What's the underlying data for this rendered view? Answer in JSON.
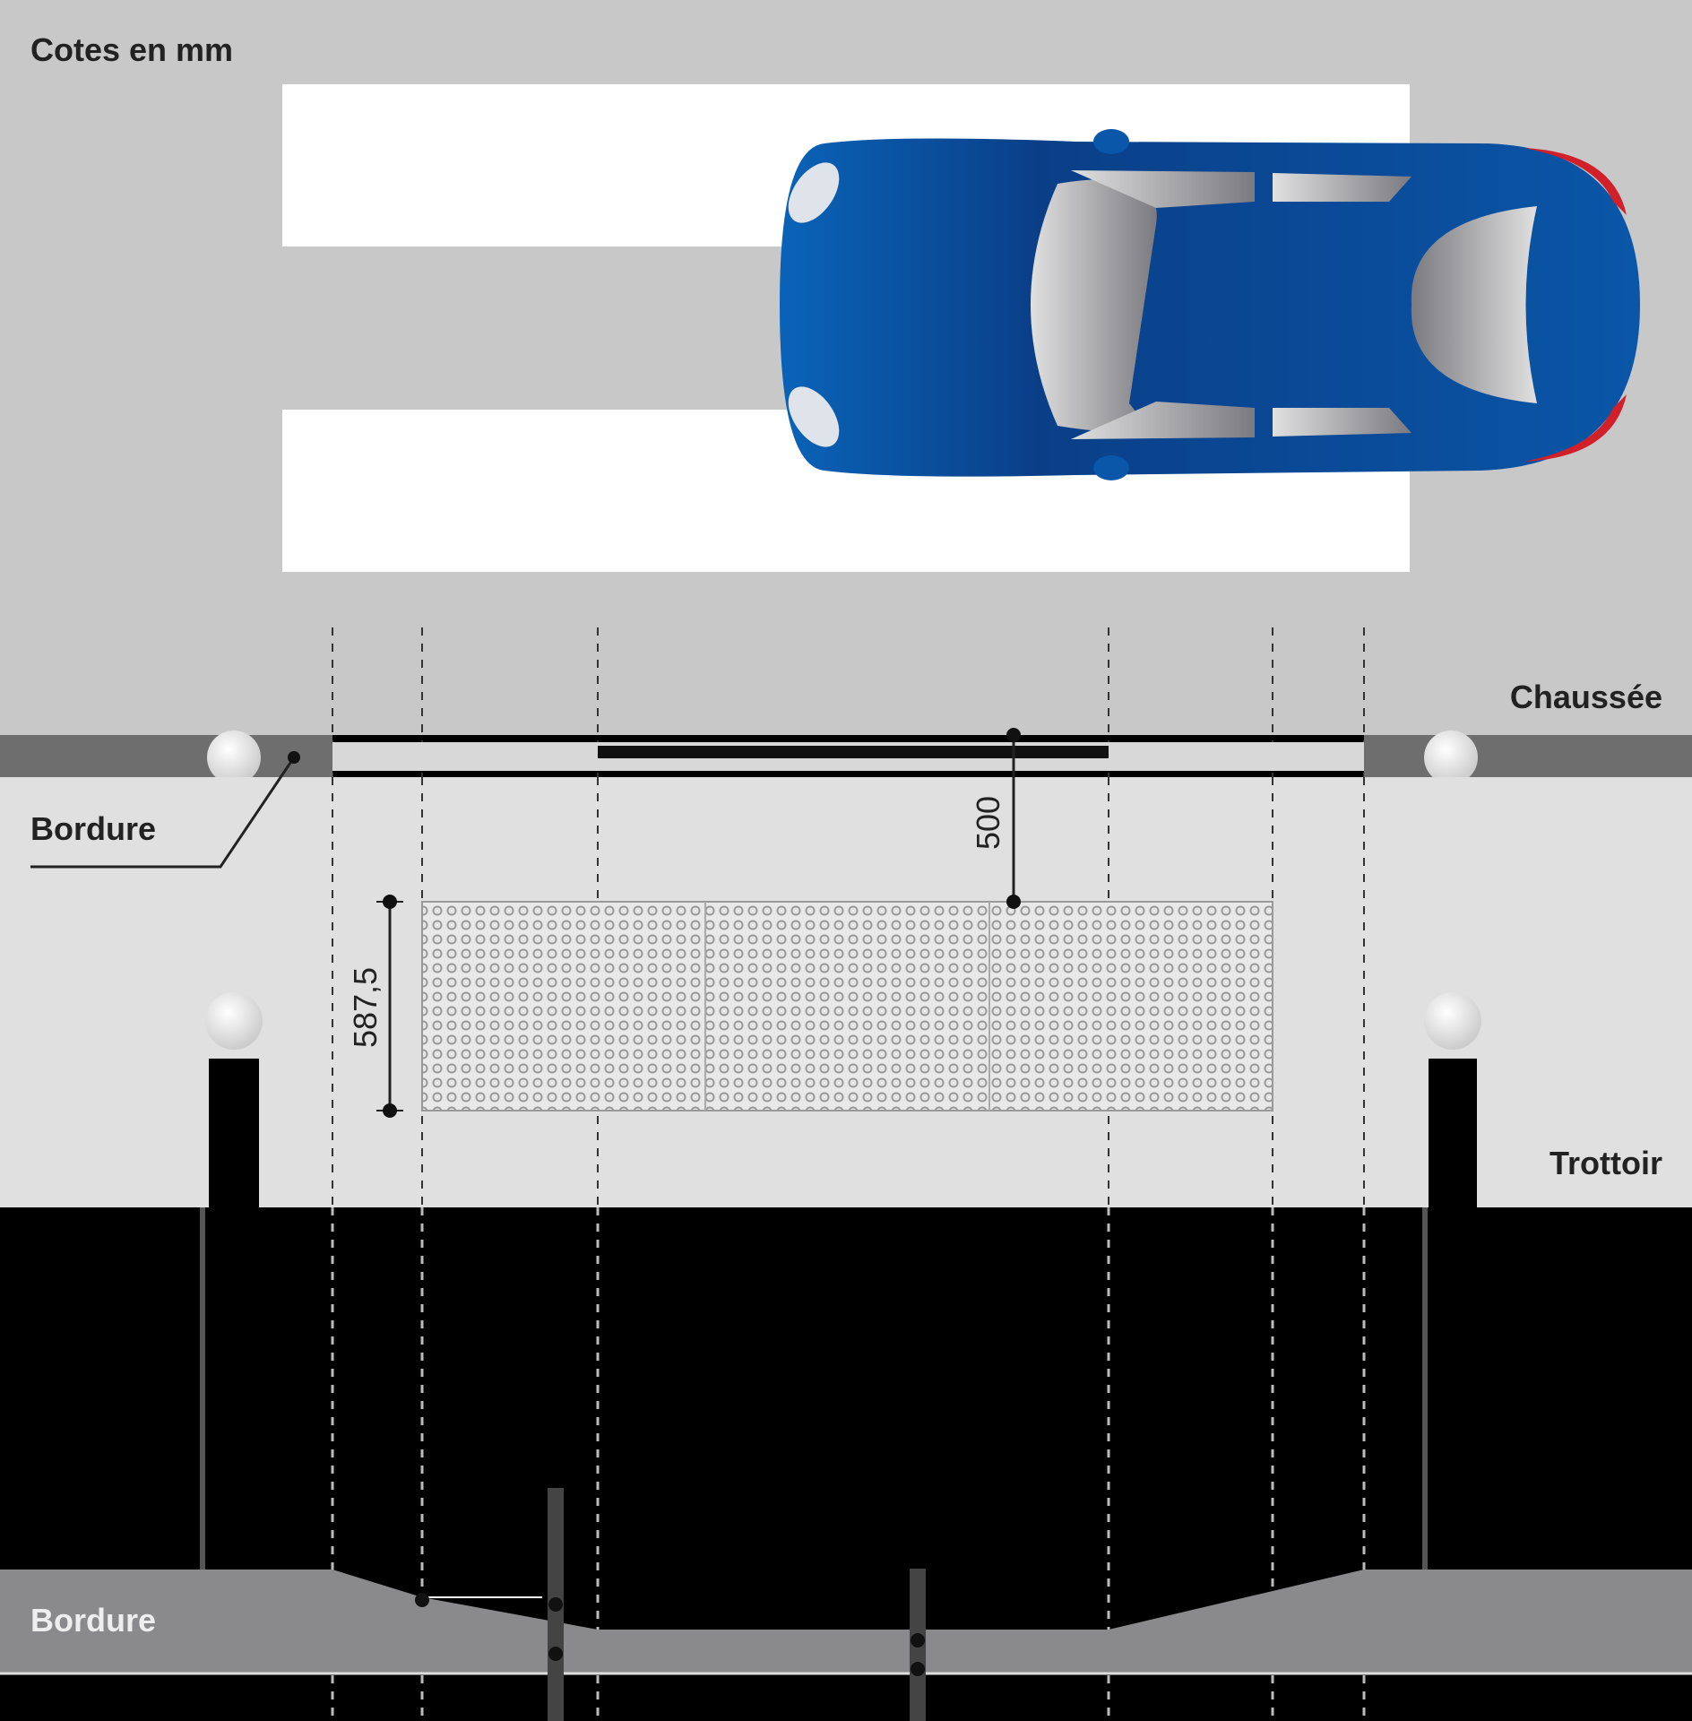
{
  "title": "Cotes en mm",
  "labels": {
    "chaussee": "Chaussée",
    "bordure_top": "Bordure",
    "trottoir": "Trottoir",
    "bordure_bottom": "Bordure"
  },
  "dimensions": {
    "offset_from_curb": "500",
    "pad_depth": "587,5"
  },
  "colors": {
    "road": "#c8c8c8",
    "sidewalk": "#e0e0e1",
    "curb": "#6e6e6e",
    "car": "#0a56a8"
  }
}
